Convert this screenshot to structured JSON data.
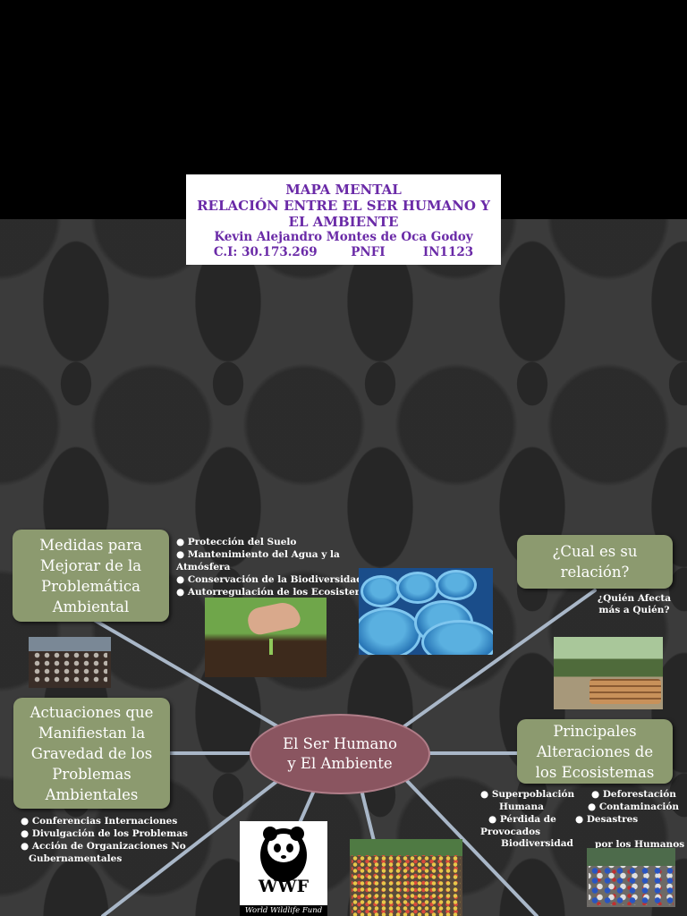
{
  "title": {
    "line1": "MAPA MENTAL",
    "line2": "RELACIÓN ENTRE EL SER HUMANO Y",
    "line3": "EL AMBIENTE",
    "author": "Kevin Alejandro Montes de Oca Godoy",
    "id_line": "C.I: 30.173.269        PNFI         IN1123"
  },
  "center": {
    "line1": "El Ser Humano",
    "line2": "y El Ambiente"
  },
  "nodes": {
    "medidas": {
      "line1": "Medidas para",
      "line2": "Mejorar de la",
      "line3": "Problemática",
      "line4": "Ambiental"
    },
    "actuaciones": {
      "line1": "Actuaciones que",
      "line2": "Manifiestan la",
      "line3": "Gravedad de los",
      "line4": "Problemas",
      "line5": "Ambientales"
    },
    "relacion": {
      "line1": "¿Cual es su",
      "line2": "relación?"
    },
    "alteraciones": {
      "line1": "Principales",
      "line2": "Alteraciones de",
      "line3": "los Ecosistemas"
    }
  },
  "medidas_bullets": [
    "● Protección del Suelo",
    "● Mantenimiento del Agua y la",
    "Atmósfera",
    "● Conservación de la Biodiversidad",
    "● Autorregulación de los Ecosistemas"
  ],
  "actuaciones_bullets": [
    "● Conferencias Internaciones",
    "● Divulgación de los Problemas",
    "● Acción de Organizaciones No",
    "Gubernamentales"
  ],
  "relacion_note": {
    "line1": "¿Quién Afecta",
    "line2": "más a Quién?"
  },
  "alteraciones_bullets": {
    "a1": "● Superpoblación",
    "a2": "Humana",
    "a3": "● Pérdida de",
    "a4": "Provocados",
    "a5": "Biodiversidad",
    "b1": "● Deforestación",
    "b2": "● Contaminación",
    "b3": "● Desastres",
    "b4": "por los Humanos"
  },
  "wwf": {
    "logo": "WWF",
    "caption": "World Wildlife Fund"
  },
  "colors": {
    "node_fill": "#8c9a6f",
    "center_fill": "#8a5560",
    "title_text": "#6a2aa7",
    "connector": "#a9b7c8"
  }
}
